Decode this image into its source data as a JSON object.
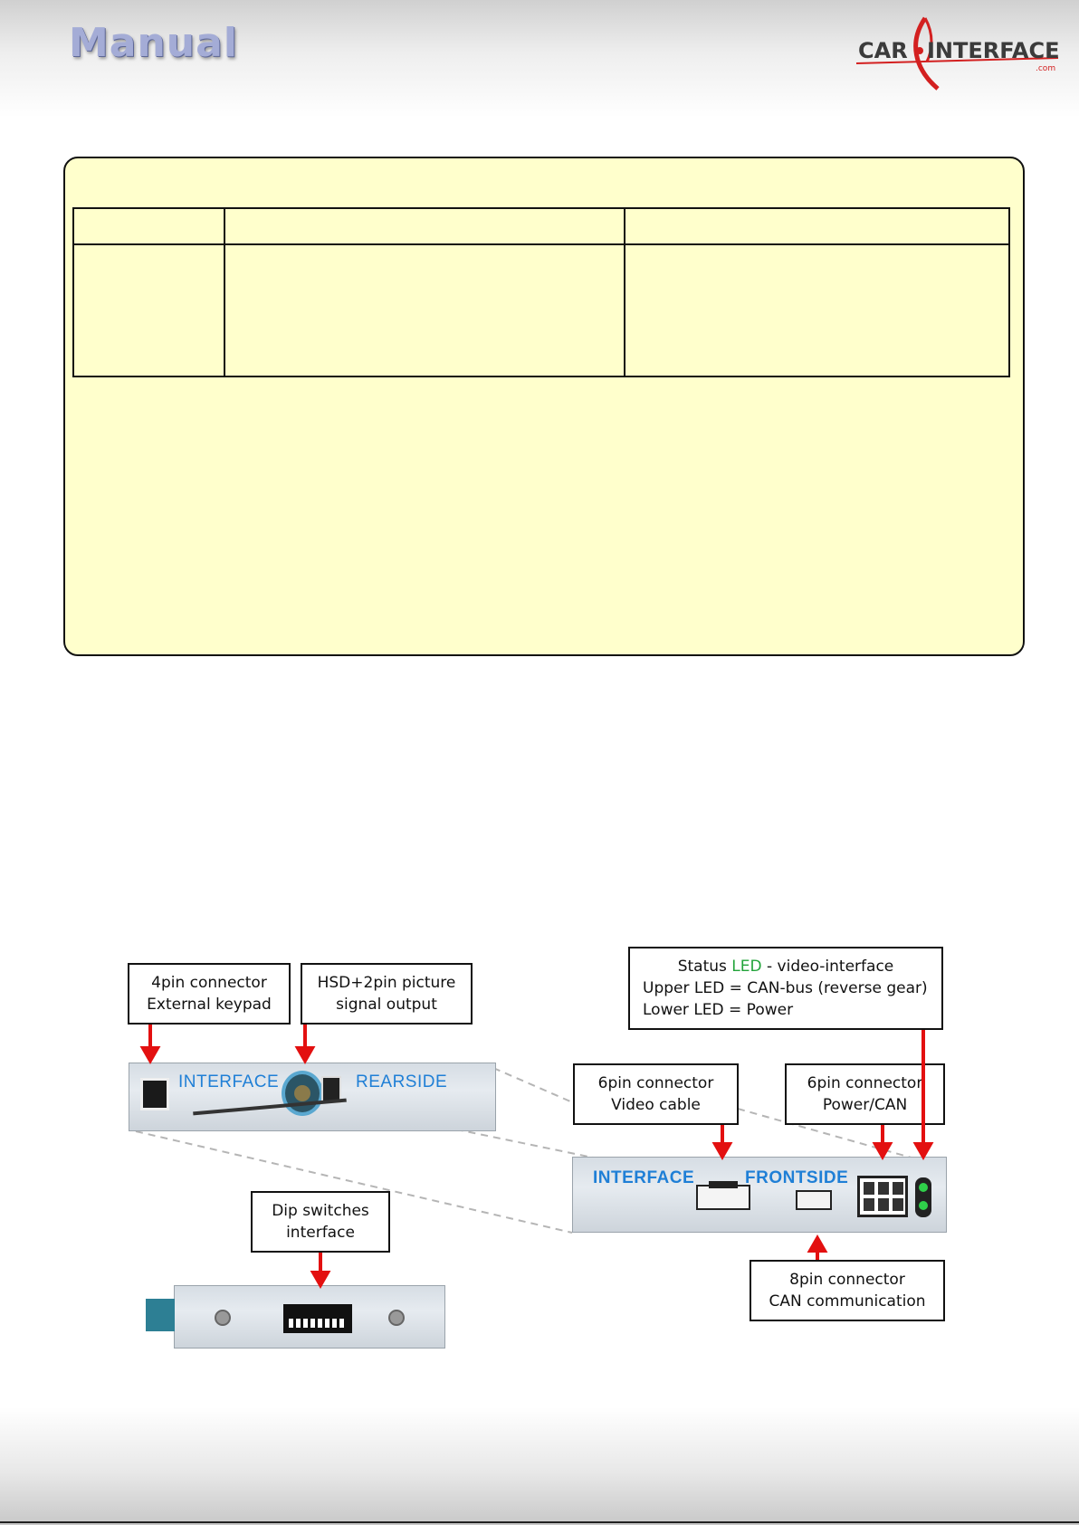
{
  "header": {
    "title": "Manual",
    "logo_text": "CAR·INTERFACE",
    "logo_sub": ".com"
  },
  "colors": {
    "notice_background": "#ffffcc",
    "arrow": "#e31010",
    "panel_label": "#1f7fd6",
    "led_green": "#22a33a"
  },
  "diagram": {
    "rear_panel": {
      "label_left": "INTERFACE",
      "label_right": "REARSIDE"
    },
    "front_panel": {
      "label_left": "INTERFACE",
      "label_right": "FRONTSIDE"
    },
    "callouts": {
      "keypad": {
        "line1": "4pin connector",
        "line2": "External keypad"
      },
      "hsd": {
        "line1": "HSD+2pin picture",
        "line2": "signal output"
      },
      "status": {
        "line1_prefix": "Status ",
        "line1_led": "LED",
        "line1_suffix": " - video-interface",
        "line2": "Upper LED = CAN-bus (reverse gear)",
        "line3": "Lower LED = Power"
      },
      "video": {
        "line1": "6pin connector",
        "line2": "Video cable"
      },
      "power": {
        "line1": "6pin connector",
        "line2": "Power/CAN"
      },
      "dip": {
        "line1": "Dip switches",
        "line2": "interface"
      },
      "can": {
        "line1": "8pin connector",
        "line2": "CAN communication"
      }
    }
  }
}
